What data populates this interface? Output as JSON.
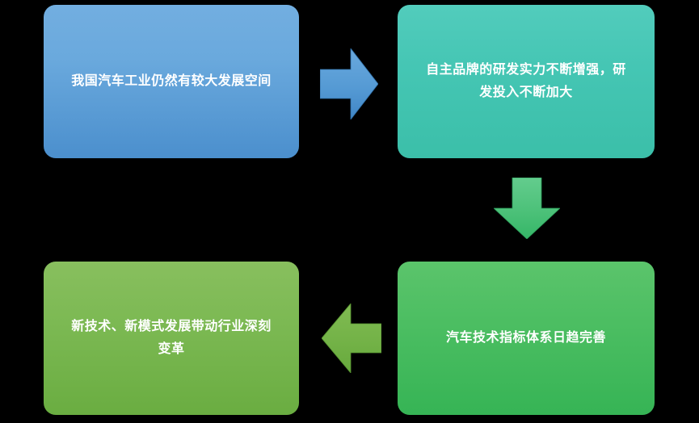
{
  "diagram": {
    "type": "process-flow",
    "background_color": "#000000",
    "nodes": [
      {
        "id": "node-1",
        "order": 1,
        "label": "我国汽车工业仍然有较大发展空间",
        "color_top": "#72aee0",
        "color_bottom": "#4b8fcd",
        "text_color": "#ffffff"
      },
      {
        "id": "node-2",
        "order": 2,
        "label": "自主品牌的研发实力不断增强，研\n发投入不断加大",
        "color_top": "#52ccbc",
        "color_bottom": "#3bbfa9",
        "text_color": "#ffffff"
      },
      {
        "id": "node-3",
        "order": 3,
        "label": "汽车技术指标体系日趋完善",
        "color_top": "#5bc46b",
        "color_bottom": "#36b455",
        "text_color": "#ffffff"
      },
      {
        "id": "node-4",
        "order": 4,
        "label": "新技术、新模式发展带动行业深刻\n变革",
        "color_top": "#88bf5e",
        "color_bottom": "#6aad41",
        "text_color": "#ffffff"
      }
    ],
    "arrows": [
      {
        "id": "arrow-right",
        "icon": "arrow-right-icon",
        "direction": "right",
        "from": "node-1",
        "to": "node-2",
        "color_top": "#6aa9dd",
        "color_bottom": "#4086c6"
      },
      {
        "id": "arrow-down",
        "icon": "arrow-down-icon",
        "direction": "down",
        "from": "node-2",
        "to": "node-3",
        "color_top": "#63cc8d",
        "color_bottom": "#35b667"
      },
      {
        "id": "arrow-left",
        "icon": "arrow-left-icon",
        "direction": "left",
        "from": "node-3",
        "to": "node-4",
        "color_top": "#80bb52",
        "color_bottom": "#66a93c"
      }
    ]
  }
}
